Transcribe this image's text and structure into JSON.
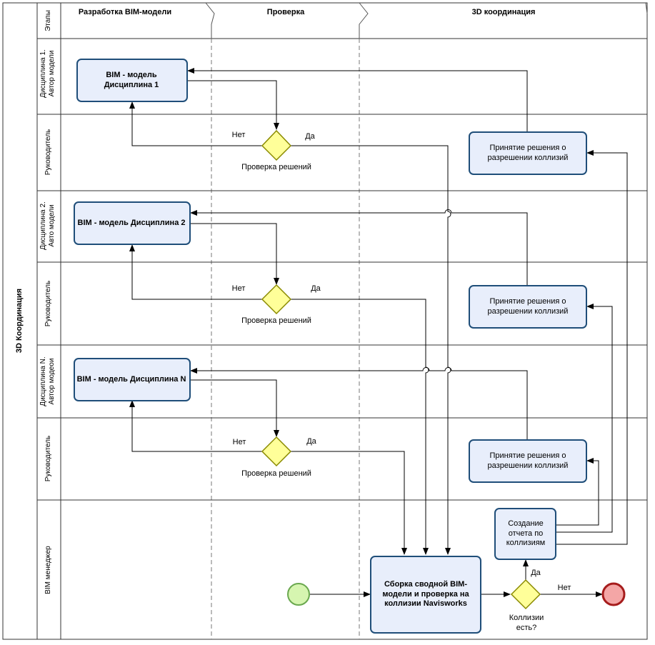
{
  "pool": {
    "title": "3D Координация"
  },
  "phases": [
    {
      "label": "Этапы"
    },
    {
      "label": "Разработка BIM-модели"
    },
    {
      "label": "Проверка"
    },
    {
      "label": "3D координация"
    }
  ],
  "lanes": [
    {
      "label_line1": "Дисциплина 1.",
      "label_line2": "Автор модели"
    },
    {
      "label_line1": "Руководитель",
      "label_line2": ""
    },
    {
      "label_line1": "Дисциплина 2.",
      "label_line2": "Авто модели"
    },
    {
      "label_line1": "Руководитель",
      "label_line2": ""
    },
    {
      "label_line1": "Дисциплина N.",
      "label_line2": "Автор модеои"
    },
    {
      "label_line1": "Руководитель",
      "label_line2": ""
    },
    {
      "label_line1": "BIM менеджер",
      "label_line2": ""
    }
  ],
  "tasks": {
    "bim1": "BIM - модель Дисциплина 1",
    "bim2": "BIM - модель   Дисциплина 2",
    "bimN": "BIM - модель   Дисциплина N",
    "decision1": "Принятие решения о разрешении коллизий",
    "decision2": "Принятие решения о разрешении коллизий",
    "decision3": "Принятие решения о разрешении коллизий",
    "report": "Создание отчета по коллизиям",
    "assembly": "Сборка сводной  BIM-модели и проверка на коллизии Navisworks"
  },
  "gateways": {
    "check1": {
      "label": "Проверка решений",
      "no": "Нет",
      "yes": "Да"
    },
    "check2": {
      "label": "Проверка решений",
      "no": "Нет",
      "yes": "Да"
    },
    "check3": {
      "label": "Проверка решений",
      "no": "Нет",
      "yes": "Да"
    },
    "collisions": {
      "label": "Коллизии есть?",
      "no": "Нет",
      "yes": "Да"
    }
  },
  "colors": {
    "task_fill": "#e8eefb",
    "task_stroke": "#1f4e79",
    "gateway_fill": "#ffff99",
    "gateway_stroke": "#8a8a00",
    "start_fill": "#d6f5b0",
    "start_stroke": "#6aa84f",
    "end_fill": "#f4a6a6",
    "end_stroke": "#a61c1c"
  }
}
